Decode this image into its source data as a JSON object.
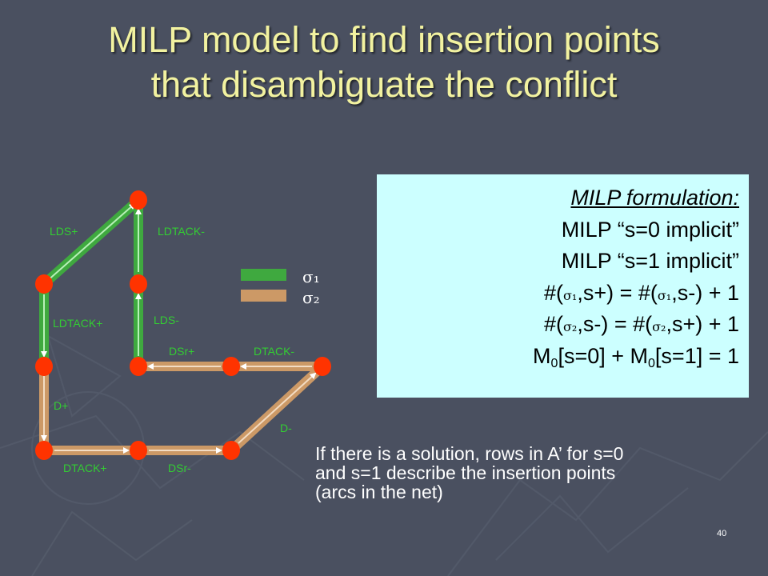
{
  "title": {
    "line1": "MILP model to find insertion points",
    "line2": "that disambiguate the conflict"
  },
  "diagram": {
    "arc_labels": {
      "lds_plus": "LDS+",
      "ldtack_minus": "LDTACK-",
      "ldtack_plus": "LDTACK+",
      "lds_minus": "LDS-",
      "dsr_plus": "DSr+",
      "dtack_minus": "DTACK-",
      "d_plus": "D+",
      "d_minus": "D-",
      "dtack_plus": "DTACK+",
      "dsr_minus": "DSr-"
    },
    "legend": {
      "sigma1": "σ₁",
      "sigma2": "σ₂"
    },
    "colors": {
      "sigma1": "#3fa93f",
      "sigma2": "#cc9966",
      "state_node": "#ff3300",
      "arc_label": "#33cc33"
    }
  },
  "milp_box": {
    "heading": "MILP formulation:",
    "line1": "MILP “s=0 implicit”",
    "line2": "MILP “s=1 implicit”",
    "eq1": {
      "a": "#(",
      "sig1": "σ₁",
      "b": ",s+) = #(",
      "sig2": "σ₁",
      "c": ",s-) + 1"
    },
    "eq2": {
      "a": "#(",
      "sig1": "σ₂",
      "b": ",s-) = #(",
      "sig2": "σ₂",
      "c": ",s+) + 1"
    },
    "eq3": {
      "m1": "M",
      "sub1": "0",
      "mid": "[s=0] + M",
      "sub2": "0",
      "end": "[s=1] = 1"
    },
    "background": "#ccffff"
  },
  "note": {
    "line1": "If there is a solution, rows in A’ for s=0",
    "line2": "and s=1 describe the insertion points",
    "line3": "(arcs in the net)"
  },
  "page_number": "40"
}
